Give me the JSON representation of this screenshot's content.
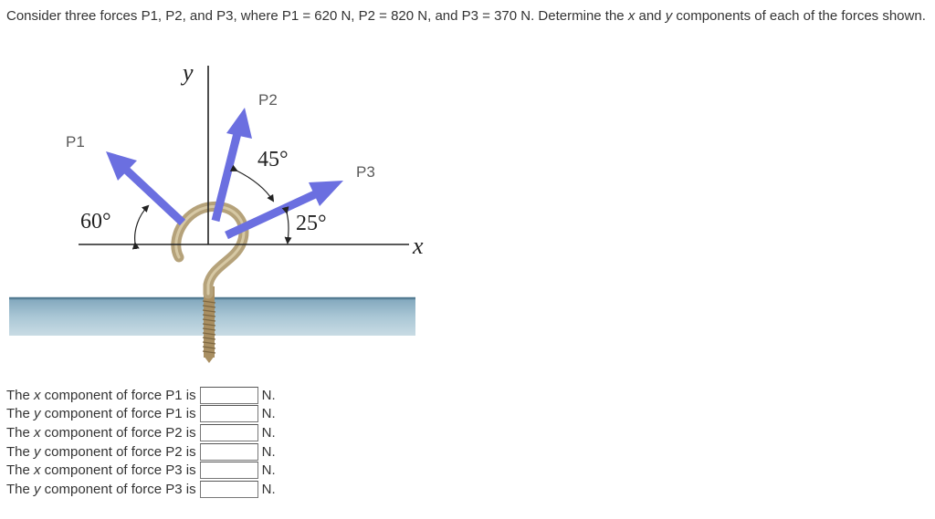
{
  "problem": {
    "part1": "Consider three forces P1, P2, and P3, where P1 = 620 N, P2 = 820 N, and P3 = 370 N. Determine the ",
    "x": "x",
    "and": " and ",
    "y": "y",
    "part2": " components of each of the forces shown."
  },
  "diagram": {
    "p1_label": "P1",
    "p2_label": "P2",
    "p3_label": "P3",
    "angle_p1": "60°",
    "angle_p2": "45°",
    "angle_p3": "25°",
    "axis_x": "x",
    "axis_y": "y"
  },
  "answers": [
    {
      "pre": "The ",
      "axis": "x",
      "post": " component of force P1 is",
      "value": "",
      "unit": "N."
    },
    {
      "pre": "The ",
      "axis": "y",
      "post": " component of force P1 is",
      "value": "",
      "unit": "N."
    },
    {
      "pre": "The ",
      "axis": "x",
      "post": " component of force P2 is",
      "value": "",
      "unit": "N."
    },
    {
      "pre": "The ",
      "axis": "y",
      "post": " component of force P2 is",
      "value": "",
      "unit": "N."
    },
    {
      "pre": "The ",
      "axis": "x",
      "post": " component of force P3 is",
      "value": "",
      "unit": "N."
    },
    {
      "pre": "The ",
      "axis": "y",
      "post": " component of force P3 is",
      "value": "",
      "unit": "N."
    }
  ],
  "colors": {
    "arrow": "#6b6fe0",
    "hook": "#b3a078",
    "ground_top": "#5f8aa3",
    "ground_fill": "#a6c4d4"
  }
}
